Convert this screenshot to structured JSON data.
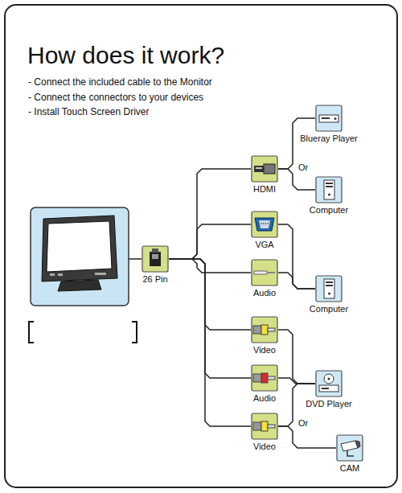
{
  "diagram": {
    "title": "How does it work?",
    "nodes": [
      {
        "text": [
          "26 Pin"
        ]
      },
      {
        "text": [
          "HDMI"
        ]
      },
      {
        "text": [
          "VGA"
        ]
      },
      {
        "text": [
          "Audio"
        ]
      },
      {
        "text": [
          "Video"
        ]
      },
      {
        "text": [
          "Audio"
        ]
      },
      {
        "text": [
          "Video"
        ]
      },
      {
        "text": [
          "Blueray Player"
        ]
      },
      {
        "text": [
          "Computer"
        ]
      },
      {
        "text": [
          "Computer"
        ]
      },
      {
        "text": [
          "DVD Player"
        ]
      },
      {
        "text": [
          "CAM"
        ]
      }
    ],
    "edges": [
      {
        "from": 0,
        "to": 1,
        "arrow": "none"
      },
      {
        "from": 0,
        "to": 2,
        "arrow": "none"
      },
      {
        "from": 0,
        "to": 3,
        "arrow": "none"
      },
      {
        "from": 0,
        "to": 4,
        "arrow": "none"
      },
      {
        "from": 0,
        "to": 5,
        "arrow": "none"
      },
      {
        "from": 0,
        "to": 6,
        "arrow": "none"
      },
      {
        "from": 1,
        "to": 7,
        "arrow": "none"
      },
      {
        "from": 1,
        "to": 8,
        "arrow": "none"
      },
      {
        "from": 2,
        "to": 9,
        "arrow": "none"
      },
      {
        "from": 3,
        "to": 9,
        "arrow": "none"
      },
      {
        "from": 4,
        "to": 10,
        "arrow": "none"
      },
      {
        "from": 5,
        "to": 10,
        "arrow": "none"
      },
      {
        "from": 6,
        "to": 10,
        "arrow": "none"
      },
      {
        "from": 6,
        "to": 11,
        "arrow": "none"
      }
    ],
    "labels": [
      "- Connect the included cable to the Monitor",
      "- Connect the connectors to your devices",
      "- Install Touch Screen Driver",
      "Or",
      "Or"
    ]
  }
}
